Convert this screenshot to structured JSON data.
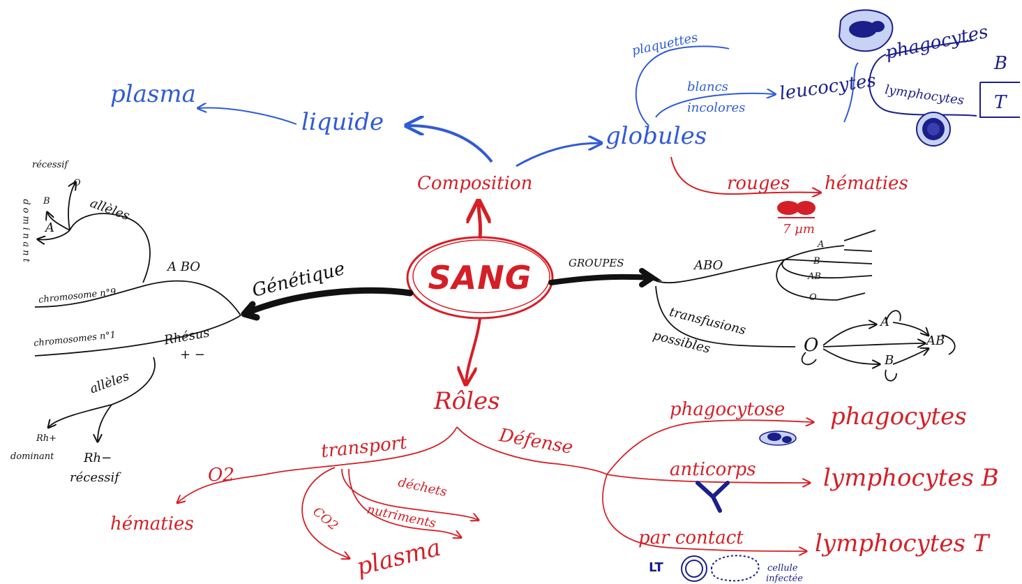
{
  "center": {
    "label": "SANG"
  },
  "composition": {
    "label": "Composition",
    "liquide": "liquide",
    "plasma": "plasma",
    "globules": "globules",
    "plaquettes": "plaquettes",
    "blancs": "blancs",
    "incolores": "incolores",
    "leucocytes": "leucocytes",
    "phagocytes": "phagocytes",
    "lymphocytes": "lymphocytes",
    "b": "B",
    "t": "T",
    "rouges": "rouges",
    "hematies": "hématies",
    "size": "7 µm"
  },
  "genetique": {
    "label": "Génétique",
    "abo": "A BO",
    "alleles_top": "allèles",
    "recessif_top": "récessif",
    "o": "O",
    "b": "B",
    "a": "A",
    "dominant_vertical": "dominant",
    "chromosome9": "chromosome n°9",
    "chromosomes1": "chromosomes n°1",
    "rhesus": "Rhésus",
    "plus_minus": "+ −",
    "alleles_bottom": "allèles",
    "rh_plus": "Rh+",
    "dominant_bottom": "dominant",
    "rh_minus": "Rh−",
    "recessif_bottom": "récessif"
  },
  "groupes": {
    "label": "GROUPES",
    "abo": "ABO",
    "a": "A",
    "b": "B",
    "ab": "AB",
    "o": "O",
    "transfusions": "transfusions",
    "possibles": "possibles",
    "t_o": "O",
    "t_a": "A",
    "t_b": "B",
    "t_ab": "AB"
  },
  "roles": {
    "label": "Rôles",
    "transport": "transport",
    "o2": "O2",
    "hematies": "hématies",
    "co2": "CO2",
    "plasma": "plasma",
    "dechets": "déchets",
    "nutriments": "nutriments",
    "defense": "Défense",
    "phagocytose": "phagocytose",
    "phagocytes": "phagocytes",
    "anticorps": "anticorps",
    "lymphocytes_b": "lymphocytes B",
    "parcontact": "par contact",
    "lymphocytes_t": "lymphocytes T",
    "lt": "LT",
    "cellule": "cellule",
    "infectee": "infectée"
  },
  "colors": {
    "blue": "#2f5bd6",
    "navy": "#1a1f8a",
    "red": "#d41f26",
    "black": "#111111"
  }
}
